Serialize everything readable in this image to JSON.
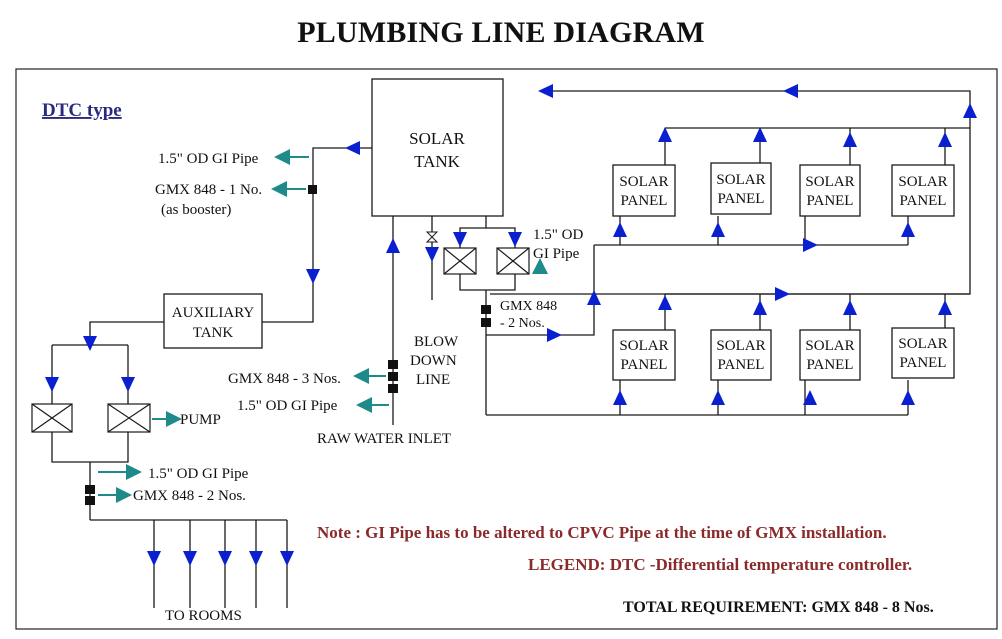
{
  "title": "PLUMBING LINE DIAGRAM",
  "subtitle": "DTC type",
  "solar_tank": [
    "SOLAR",
    "TANK"
  ],
  "aux_tank": [
    "AUXILIARY",
    "TANK"
  ],
  "solar_panel": [
    "SOLAR",
    "PANEL"
  ],
  "labels": {
    "gi_pipe_top": "1.5\" OD GI Pipe",
    "gmx_booster": "GMX 848 -  1 No.",
    "as_booster": "(as booster)",
    "gi_pipe_mid_1": "1.5\" OD",
    "gi_pipe_mid_2": "GI Pipe",
    "gmx_mid_1": "GMX 848",
    "gmx_mid_2": "- 2 Nos.",
    "blow_1": "BLOW",
    "blow_2": "DOWN",
    "blow_3": "LINE",
    "gmx_inlet": "GMX 848 -  3 Nos.",
    "gi_pipe_inlet": "1.5\" OD GI Pipe",
    "raw_water": "RAW WATER INLET",
    "pump": "PUMP",
    "gi_pipe_bottom": "1.5\" OD GI Pipe",
    "gmx_bottom": "GMX 848 -  2 Nos.",
    "to_rooms": "TO ROOMS"
  },
  "note": "Note : GI Pipe has to be altered to CPVC Pipe at the time of GMX installation.",
  "legend": "LEGEND:  DTC -Differential temperature controller.",
  "total": "TOTAL REQUIREMENT: GMX 848 - 8 Nos.",
  "colors": {
    "pipe": "#1a1a1a",
    "flow_arrow": "#0a1fcf",
    "pointer_arrow": "#1f8a8a",
    "note_text": "#8b2a2a",
    "legend_text": "#8b2a2a"
  }
}
